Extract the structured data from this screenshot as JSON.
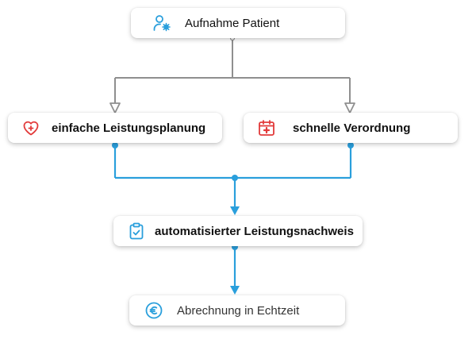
{
  "nodes": {
    "aufnahme": {
      "label": "Aufnahme Patient",
      "icon": "add-user-icon"
    },
    "einfach": {
      "label": "einfache Leistungsplanung",
      "icon": "heart-plus-icon"
    },
    "schnell": {
      "label": "schnelle Verordnung",
      "icon": "medical-calendar-icon"
    },
    "nachweis": {
      "label": "automatisierter Leistungsnachweis",
      "icon": "clipboard-check-icon"
    },
    "abrechnung": {
      "label": "Abrechnung in Echtzeit",
      "icon": "euro-coin-icon"
    }
  },
  "colors": {
    "blue": "#2a9fdc",
    "gray": "#8f8f8f",
    "red": "#e23a3a",
    "text": "#111111"
  }
}
